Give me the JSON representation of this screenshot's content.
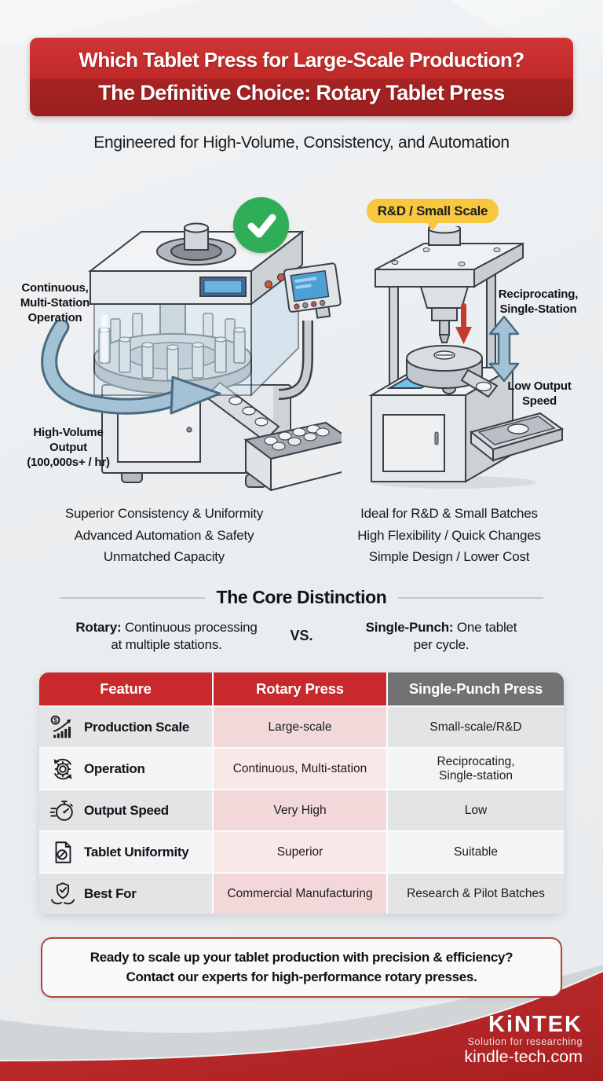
{
  "header": {
    "line1": "Which Tablet Press for Large-Scale Production?",
    "line2": "The Definitive Choice: Rotary Tablet Press"
  },
  "subtitle": "Engineered for High-Volume, Consistency, and Automation",
  "rotary_machine": {
    "callout_operation": "Continuous,\nMulti-Station\nOperation",
    "callout_output": "High-Volume\nOutput\n(100,000s+ / hr)",
    "benefits": [
      "Superior Consistency & Uniformity",
      "Advanced Automation & Safety",
      "Unmatched Capacity"
    ]
  },
  "single_punch_machine": {
    "badge": "R&D / Small Scale",
    "callout_operation": "Reciprocating,\nSingle-Station",
    "callout_speed": "Low Output\nSpeed",
    "benefits": [
      "Ideal for R&D & Small Batches",
      "High Flexibility / Quick Changes",
      "Simple Design / Lower Cost"
    ]
  },
  "core_distinction": {
    "title": "The Core Distinction",
    "rotary_term": "Rotary:",
    "rotary_text": " Continuous processing\nat multiple stations.",
    "vs": "VS.",
    "single_term": "Single-Punch:",
    "single_text": " One tablet\nper cycle."
  },
  "table": {
    "headers": [
      "Feature",
      "Rotary Press",
      "Single-Punch Press"
    ],
    "rows": [
      {
        "icon": "growth-chart-icon",
        "feature": "Production Scale",
        "rotary": "Large-scale",
        "single": "Small-scale/R&D"
      },
      {
        "icon": "gear-cycle-icon",
        "feature": "Operation",
        "rotary": "Continuous, Multi-station",
        "single": "Reciprocating,\nSingle-station"
      },
      {
        "icon": "stopwatch-icon",
        "feature": "Output Speed",
        "rotary": "Very High",
        "single": "Low"
      },
      {
        "icon": "document-check-icon",
        "feature": "Tablet Uniformity",
        "rotary": "Superior",
        "single": "Suitable"
      },
      {
        "icon": "hands-shield-icon",
        "feature": "Best For",
        "rotary": "Commercial Manufacturing",
        "single": "Research & Pilot Batches"
      }
    ]
  },
  "cta": {
    "line1": "Ready to scale up your tablet production with precision & efficiency?",
    "line2": "Contact our experts for high-performance rotary presses."
  },
  "footer": {
    "logo": "KiNTEK",
    "tagline": "Solution for researching",
    "website": "kindle-tech.com"
  },
  "colors": {
    "accent_red": "#c8292c",
    "header_gray": "#717274",
    "badge_yellow": "#f6c73f",
    "check_green": "#2fad57",
    "arrow_blue": "#a4c2d6",
    "row_pink": "#f2d8d8"
  }
}
